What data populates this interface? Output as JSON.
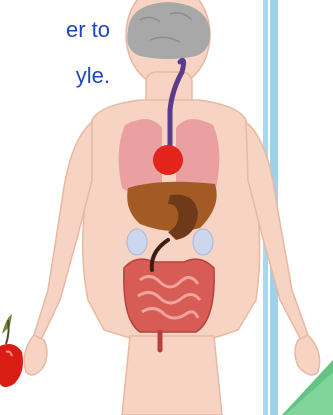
{
  "caption": {
    "line1": "er to",
    "line2": "yle."
  },
  "colors": {
    "caption_text": "#1f49b8",
    "divider": "#9fd2ea",
    "skin": "#f6d3c2",
    "lungs": "#e8959a",
    "liver": "#a35a24",
    "stomach": "#6e3a1a",
    "intestine": "#d85c56",
    "kidney": "#ccd7ee",
    "brain": "#a8a8a8",
    "esophagus": "#5b3c8c",
    "heart": "#e3241b",
    "apple": "#d91d15",
    "leaf": "#6b8a33",
    "corner_shape": "#64c382"
  },
  "icons": [
    "body-diagram",
    "apple-icon",
    "leaf-icon"
  ]
}
